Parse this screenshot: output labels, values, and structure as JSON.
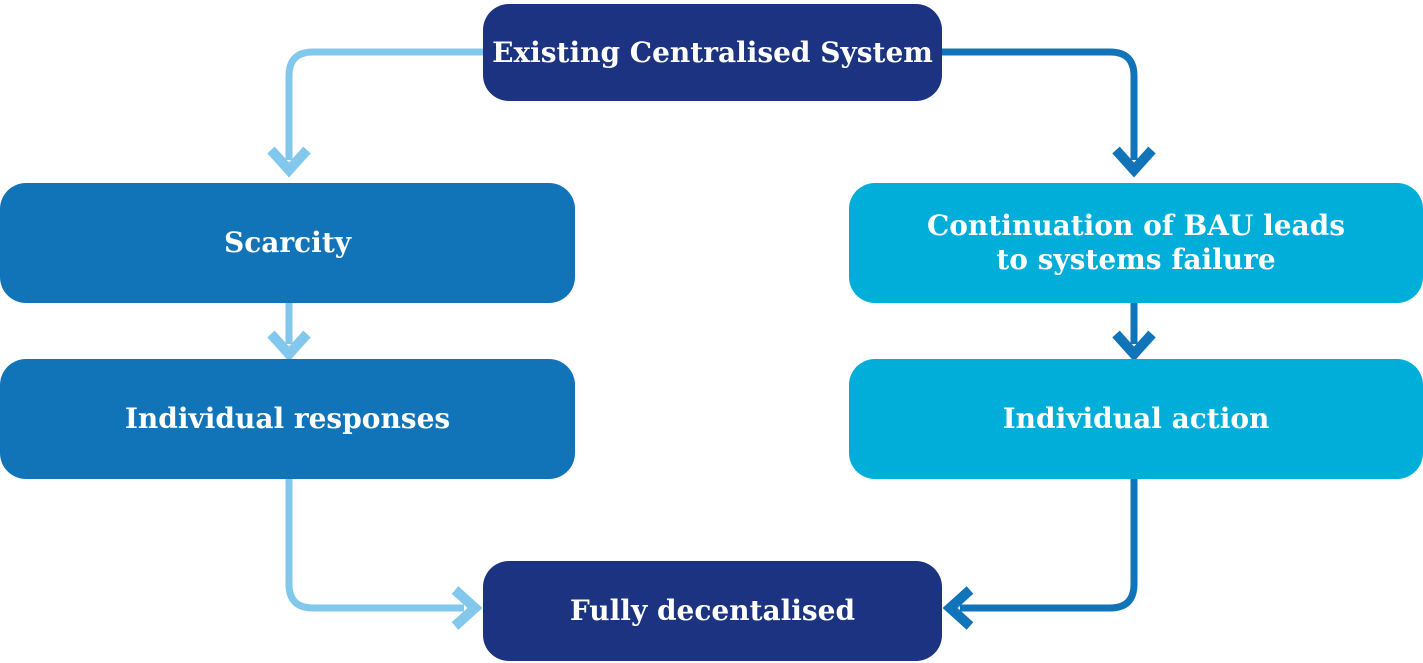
{
  "diagram": {
    "nodes": {
      "top": {
        "label": "Existing Centralised System",
        "fill": "#1B3380"
      },
      "scarcity": {
        "label": "Scarcity",
        "fill": "#1274B8"
      },
      "continuation": {
        "label": "Continuation of BAU leads to systems failure",
        "lines": [
          "Continuation of BAU leads",
          "to systems failure"
        ],
        "fill": "#00AED9"
      },
      "responses": {
        "label": "Individual responses",
        "fill": "#1274B8"
      },
      "action": {
        "label": "Individual action",
        "fill": "#00AED9"
      },
      "bottom": {
        "label": "Fully decentalised",
        "fill": "#1B3380"
      }
    },
    "arrows": {
      "left_branch": {
        "color": "#82C8EC"
      },
      "right_branch": {
        "color": "#1274B8"
      }
    },
    "colors": {
      "navy": "#1B3380",
      "medium_blue": "#1274B8",
      "cyan": "#00AED9",
      "light_blue": "#82C8EC",
      "text": "#FFFFFF",
      "background": "#FFFFFF"
    }
  }
}
